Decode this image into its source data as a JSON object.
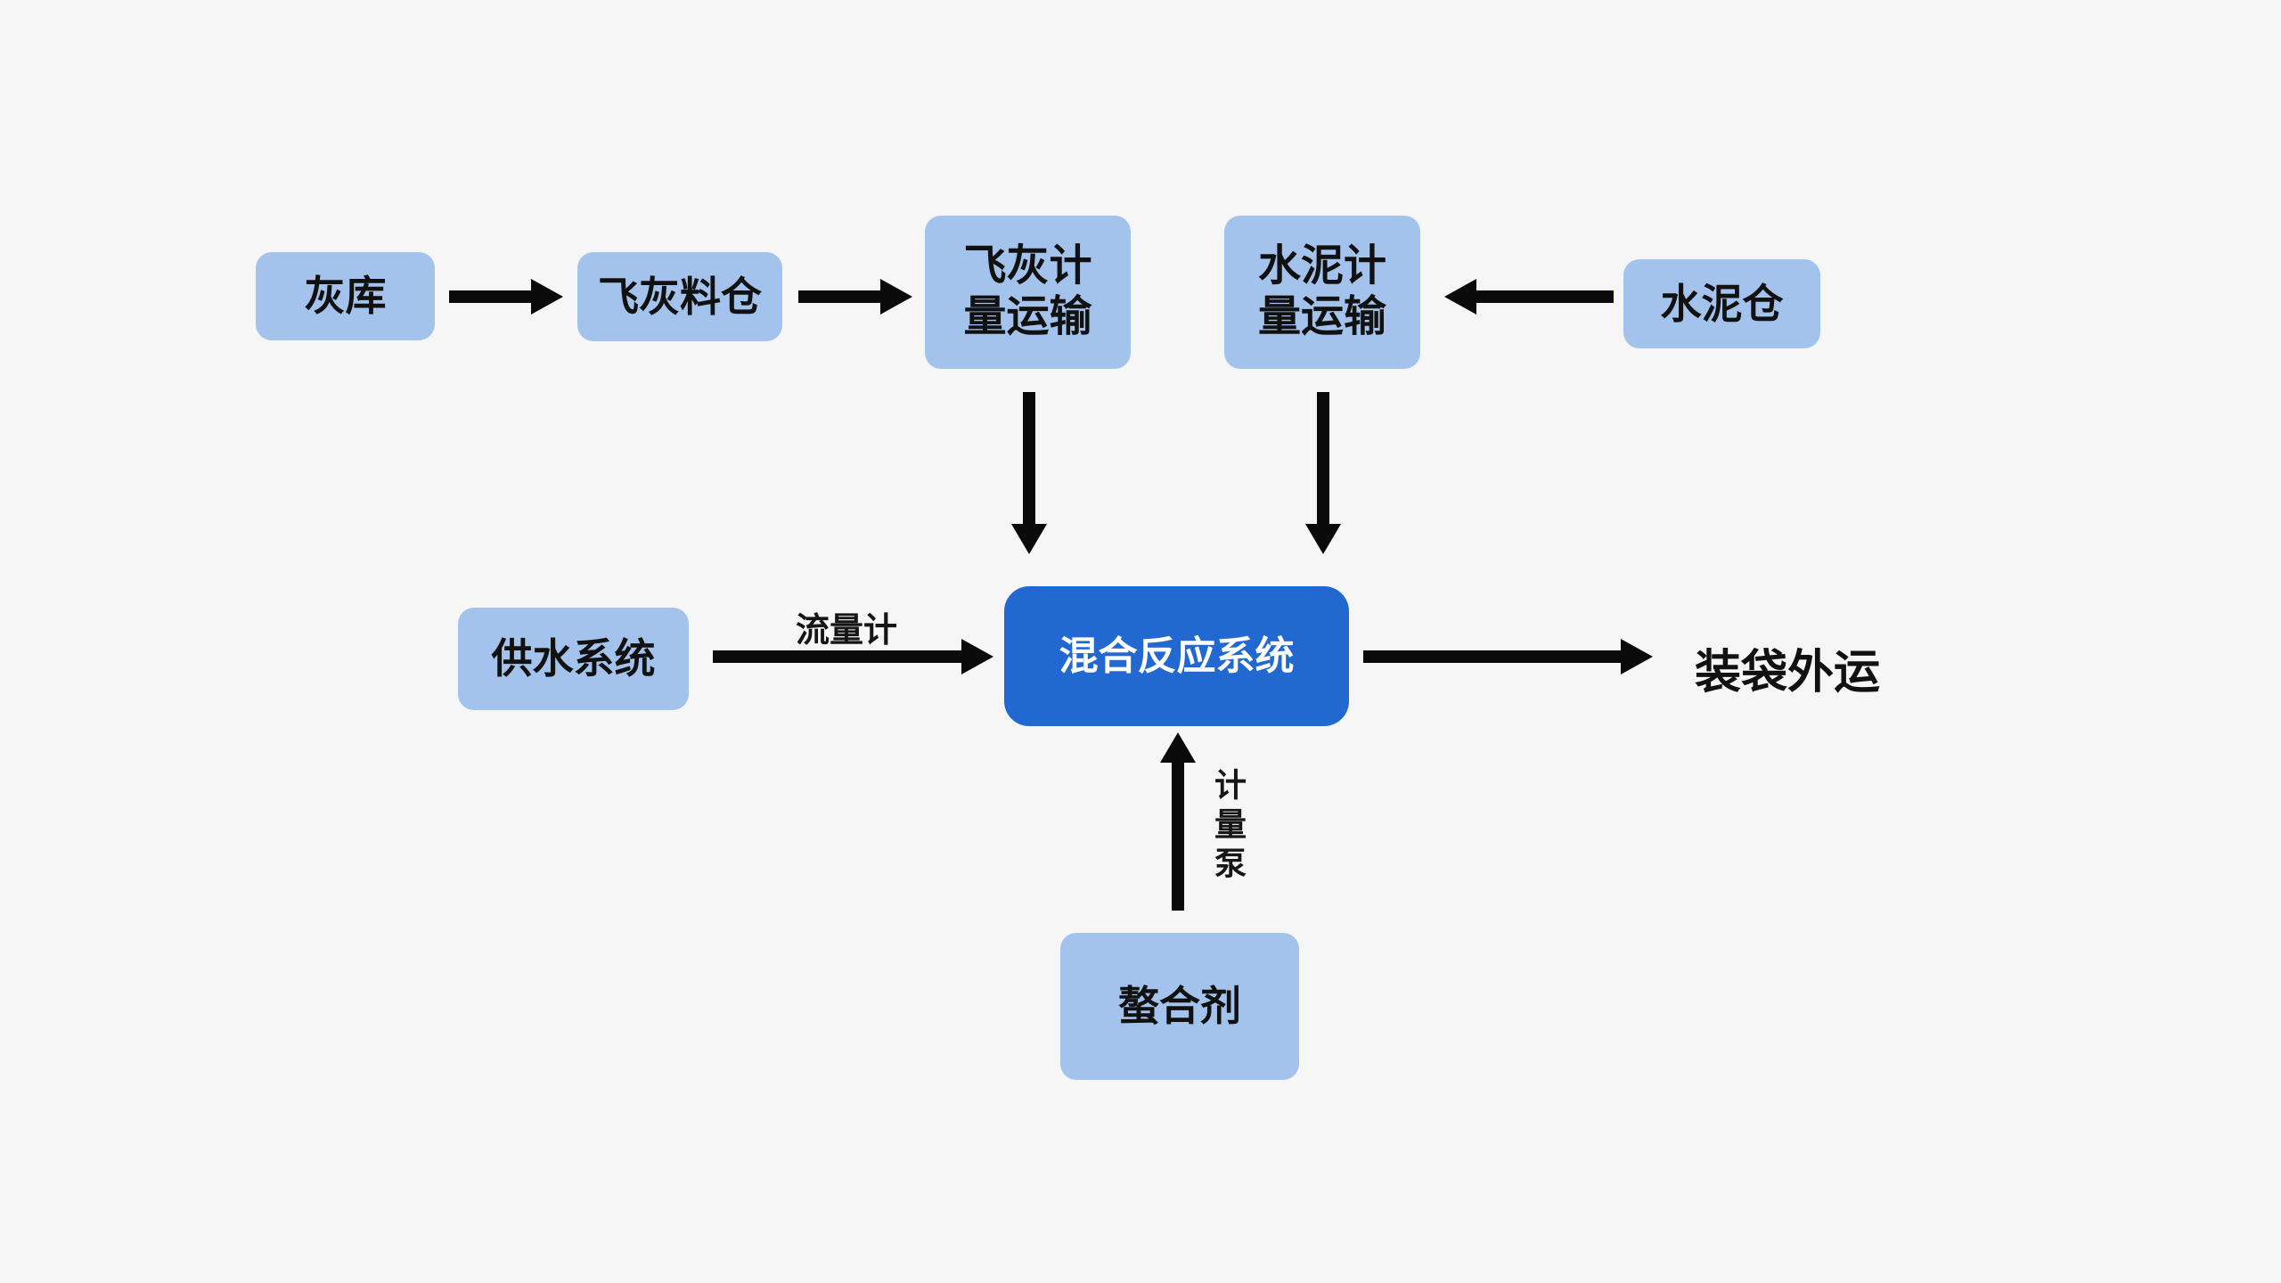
{
  "diagram": {
    "type": "process-flow",
    "colors": {
      "background": "#f6f6f6",
      "node_fill": "#a3c3ed",
      "node_text": "#111111",
      "highlight_fill": "#2268d1",
      "highlight_text": "#ffffff",
      "arrow": "#0a0a0a"
    },
    "nodes": {
      "ash_storage": {
        "label": "灰库"
      },
      "fly_ash_silo": {
        "label": "飞灰料仓"
      },
      "fly_ash_metering_transport": {
        "label": "飞灰计\n量运输"
      },
      "cement_metering_transport": {
        "label": "水泥计\n量运输"
      },
      "cement_silo": {
        "label": "水泥仓"
      },
      "water_supply_system": {
        "label": "供水系统"
      },
      "mixing_reaction_system": {
        "label": "混合反应系统"
      },
      "chelating_agent": {
        "label": "螯合剂"
      },
      "bagging_outbound": {
        "label": "装袋外运"
      }
    },
    "edge_labels": {
      "flow_meter": "流量计",
      "metering_pump": "计量泵"
    },
    "edges": [
      {
        "from": "灰库",
        "to": "飞灰料仓",
        "label": ""
      },
      {
        "from": "飞灰料仓",
        "to": "飞灰计量运输",
        "label": ""
      },
      {
        "from": "水泥仓",
        "to": "水泥计量运输",
        "label": ""
      },
      {
        "from": "飞灰计量运输",
        "to": "混合反应系统",
        "label": ""
      },
      {
        "from": "水泥计量运输",
        "to": "混合反应系统",
        "label": ""
      },
      {
        "from": "供水系统",
        "to": "混合反应系统",
        "label": "流量计"
      },
      {
        "from": "螯合剂",
        "to": "混合反应系统",
        "label": "计量泵"
      },
      {
        "from": "混合反应系统",
        "to": "装袋外运",
        "label": ""
      }
    ]
  }
}
